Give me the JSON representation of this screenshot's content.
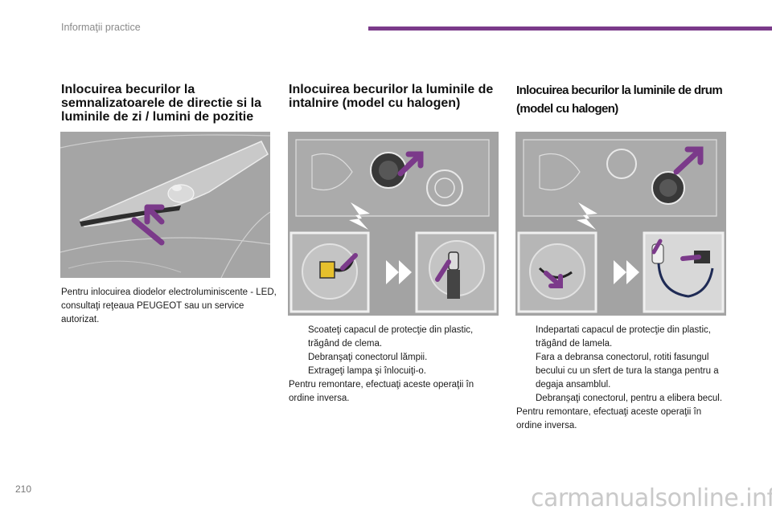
{
  "header": {
    "title": "Informaţii practice",
    "accent_color": "#7b3a8a"
  },
  "sections": [
    {
      "heading": "Inlocuirea becurilor la semnalizatoarele de directie si la luminile de zi / lumini de pozitie",
      "body": "Pentru inlocuirea diodelor electroluminiscente - LED, consultaţi reţeaua PEUGEOT sau un service autorizat."
    },
    {
      "heading": "Inlocuirea becurilor la luminile de intalnire (model cu halogen)",
      "steps": [
        "Scoateţi capacul de protecţie din plastic, trăgând de clema.",
        "Debranşaţi conectorul lămpii.",
        "Extrageţi lampa şi înlocuiţi-o."
      ],
      "footer": "Pentru remontare, efectuaţi aceste operaţii în ordine inversa."
    },
    {
      "heading": "Inlocuirea becurilor la luminile de drum (model cu halogen)",
      "steps": [
        "Indepartati capacul de protecţie din plastic, trăgând de lamela.",
        "Fara a debransa conectorul, rotiti fasungul becului cu un sfert de tura la stanga pentru a degaja ansamblul.",
        "Debranşaţi conectorul, pentru a elibera becul."
      ],
      "footer": "Pentru remontare, efectuaţi aceste operaţii în ordine inversa."
    }
  ],
  "bullet_glyph": "",
  "page_number": "210",
  "watermark": "carmanualsonline.info"
}
